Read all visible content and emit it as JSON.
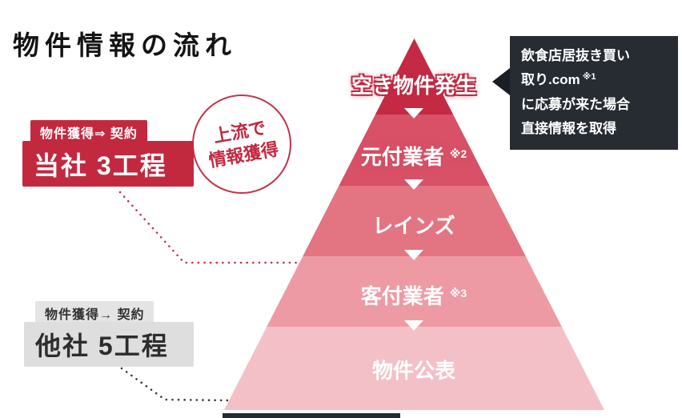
{
  "title": "物件情報の流れ",
  "pyramid": {
    "levels": [
      {
        "label": "空き物件発生",
        "note": "",
        "color": "#c42a44"
      },
      {
        "label": "元付業者",
        "note": "※2",
        "color": "#d85166"
      },
      {
        "label": "レインズ",
        "note": "",
        "color": "#e37482"
      },
      {
        "label": "客付業者",
        "note": "※3",
        "color": "#ed9aa4"
      },
      {
        "label": "物件公表",
        "note": "",
        "color": "#f3c0c7"
      }
    ]
  },
  "our_company": {
    "tag": "物件獲得⇒ 契約",
    "label": "当社 3工程",
    "color": "#c2293f"
  },
  "bubble": {
    "line1": "上流で",
    "line2": "情報獲得"
  },
  "other_company": {
    "tag": "物件獲得→ 契約",
    "label": "他社 5工程",
    "color": "#dedede"
  },
  "callout": {
    "line1": "飲食店居抜き買い",
    "line2": "取り.com",
    "line2_note": "※1",
    "line3": "に応募が来た場合",
    "line4": "直接情報を取得",
    "background": "#272c33"
  }
}
